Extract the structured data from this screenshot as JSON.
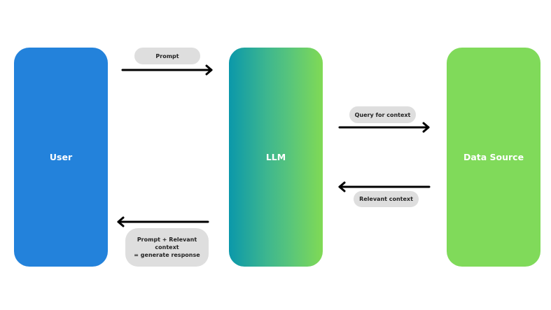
{
  "nodes": {
    "user": {
      "label": "User",
      "color": "#2382DB"
    },
    "llm": {
      "label": "LLM",
      "gradient": [
        "#0B98AA",
        "#80DA55"
      ]
    },
    "data_source": {
      "label": "Data Source",
      "color": "#80DA5A"
    }
  },
  "edges": [
    {
      "from": "User",
      "to": "LLM",
      "label": "Prompt"
    },
    {
      "from": "LLM",
      "to": "Data Source",
      "label": "Query for context"
    },
    {
      "from": "Data Source",
      "to": "LLM",
      "label": "Relevant context"
    },
    {
      "from": "LLM",
      "to": "User",
      "label_line1": "Prompt + Relevant context",
      "label_line2": "= generate response"
    }
  ]
}
